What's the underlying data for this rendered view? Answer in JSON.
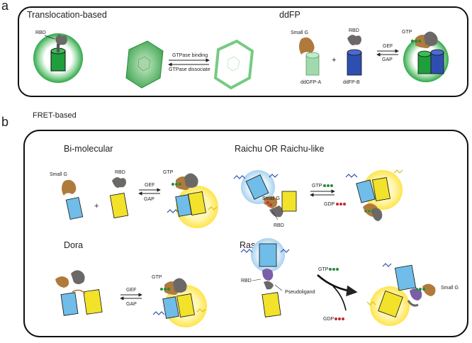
{
  "panel_a": {
    "letter": "a",
    "translocation": {
      "title": "Translocation-based",
      "rbd_label": "RBD",
      "arrow_top": "GTPase binding",
      "arrow_bottom": "GTPase dissociate"
    },
    "ddfp": {
      "title": "ddFP",
      "small_g": "Small G",
      "rbd": "RBD",
      "plus": "+",
      "part_a": "ddGFP-A",
      "part_b": "ddFP-B",
      "arrow_top": "GEF",
      "arrow_bottom": "GAP",
      "gtp": "GTP"
    }
  },
  "panel_b": {
    "letter": "b",
    "section_title": "FRET-based",
    "bimolecular": {
      "title": "Bi-molecular",
      "small_g": "Small G",
      "rbd": "RBD",
      "plus": "+",
      "arrow_top": "GEF",
      "arrow_bottom": "GAP",
      "gtp": "GTP"
    },
    "raichu": {
      "title": "Raichu OR Raichu-like",
      "gtp": "GTP",
      "gdp": "GDP",
      "small_g": "Small G",
      "rbd": "RBD"
    },
    "dora": {
      "title": "Dora",
      "arrow_top": "GEF",
      "arrow_bottom": "GAP",
      "gtp": "GTP"
    },
    "rasar": {
      "title": "RasAR",
      "rbd": "RBD",
      "pseudoligand": "Pseudoligand",
      "gtp": "GTP",
      "gdp": "GDP",
      "small_g": "Small G"
    }
  },
  "colors": {
    "green_fp": "#1f9e3c",
    "light_green_fp": "#9fd9ad",
    "blue_fp": "#2f4fb0",
    "cyan_fp": "#6fbde8",
    "yellow_fp": "#f2e22a",
    "small_g_brown": "#b07a3c",
    "rbd_gray": "#6d6868",
    "gtp_green": "#2a8a3a",
    "gdp_red": "#c0282d",
    "purple": "#7a5fa8"
  }
}
